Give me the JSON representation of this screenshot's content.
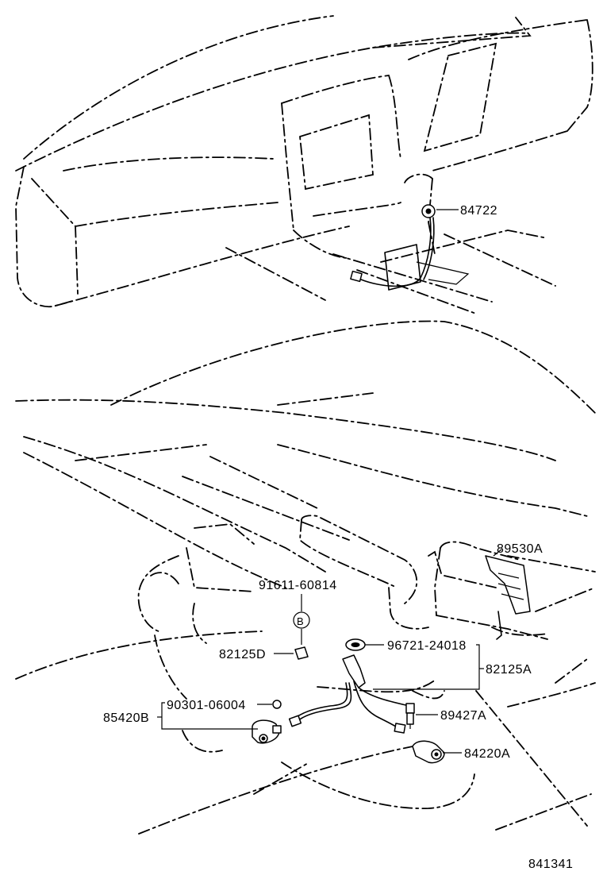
{
  "labels": {
    "p84722": "84722",
    "p89530A": "89530A",
    "p91611": "91611-60814",
    "pB": "B",
    "p96721": "96721-24018",
    "p82125D": "82125D",
    "p82125A": "82125A",
    "p85420B": "85420B",
    "p90301": "90301-06004",
    "p89427A": "89427A",
    "p84220A": "84220A",
    "figure_number": "841341"
  },
  "colors": {
    "ink": "#000000",
    "paper": "#ffffff"
  }
}
